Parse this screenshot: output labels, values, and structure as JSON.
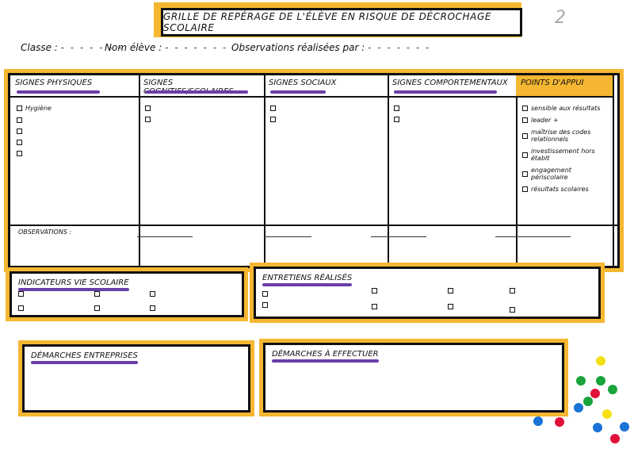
{
  "header": {
    "title": "Grille de repérage de l'élève en risque de décrochage scolaire",
    "page_number": "2"
  },
  "meta": {
    "classe": "Classe :",
    "nom_eleve": "Nom élève :",
    "observations": "Observations réalisées par :",
    "dots": "- - - - - - -"
  },
  "grid": {
    "columns": [
      {
        "label": "Signes physiques",
        "items": [
          "Hygiène",
          "",
          "",
          "",
          ""
        ]
      },
      {
        "label": "Signes cognitifs/scolaires",
        "items": [
          "",
          ""
        ]
      },
      {
        "label": "Signes sociaux",
        "items": [
          "",
          ""
        ]
      },
      {
        "label": "Signes comportementaux",
        "items": [
          "",
          ""
        ]
      },
      {
        "label": "Points d'appui",
        "items": [
          "sensible aux résultats",
          "leader +",
          "maîtrise des codes relationnels",
          "investissement hors établt",
          "engagement périscolaire",
          "résultats scolaires"
        ]
      }
    ],
    "observations_label": "Observations :"
  },
  "panels": {
    "indicateurs": "Indicateurs vie scolaire",
    "entretiens": "Entretiens réalisés",
    "demarches_entreprises": "Démarches entreprises",
    "demarches_effectuer": "Démarches à effectuer"
  },
  "colors": {
    "accent_yellow": "#f5b731",
    "accent_purple": "#6a3ea8",
    "dot_green": "#1aa33b",
    "dot_red": "#e0103a",
    "dot_blue": "#1a73d6",
    "dot_yellow": "#f4e013"
  }
}
